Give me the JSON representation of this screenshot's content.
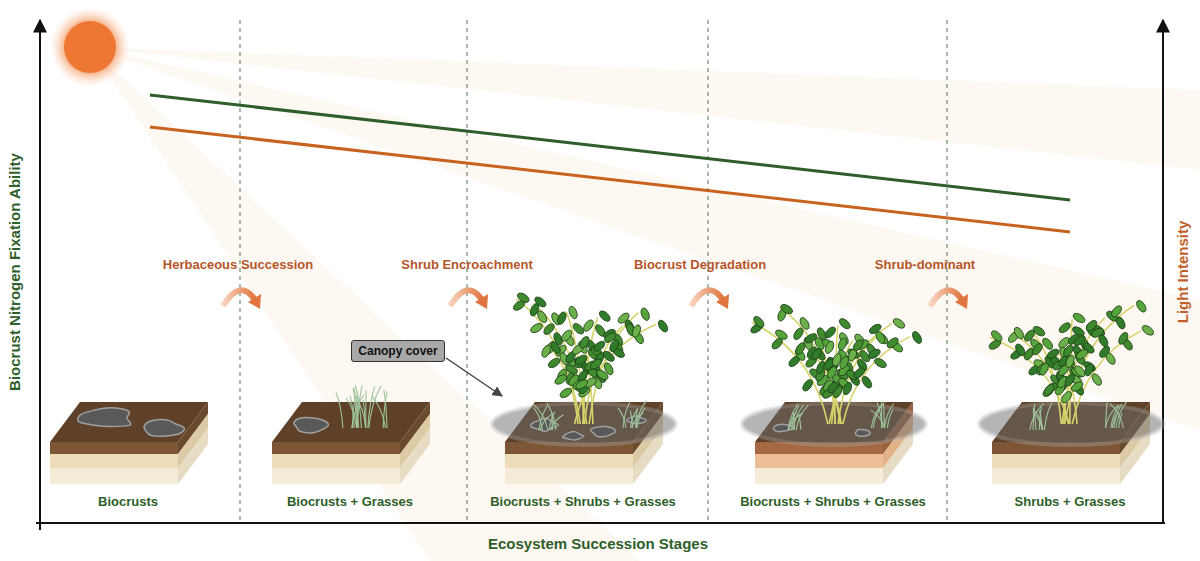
{
  "diagram": {
    "nodes": [
      {
        "text": [
          "Biocrusts"
        ]
      },
      {
        "text": [
          "Biocrusts + Grasses"
        ]
      },
      {
        "text": [
          "Biocrusts + Shrubs + Grasses"
        ]
      },
      {
        "text": [
          "Biocrusts + Shrubs + Grasses"
        ]
      },
      {
        "text": [
          "Shrubs + Grasses"
        ]
      },
      {
        "text": [
          "Canopy cover"
        ]
      }
    ],
    "labels": [
      "Biocrust Nitrogen Fixation Ability",
      "Herbaceous Succession",
      "Shrub Encroachment",
      "Biocrust Degradation",
      "Shrub-dominant",
      "Light Intensity",
      "Ecosystem Succession Stages"
    ]
  }
}
